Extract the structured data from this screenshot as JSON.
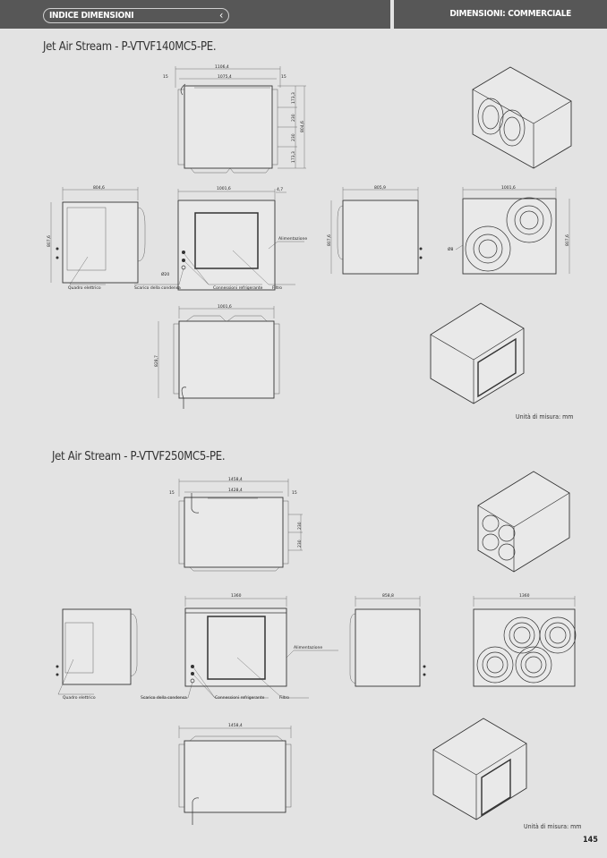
{
  "header": {
    "index_button": "INDICE DIMENSIONI",
    "back_icon": "chevron-left-icon",
    "section_title": "DIMENSIONI: COMMERCIALE"
  },
  "sections": [
    {
      "title": "Jet Air Stream - P-VTVF140MC5-PE.",
      "top_view": {
        "overall": "1106,4",
        "inner": "1075,4",
        "left_offset": "15",
        "right_offset": "15",
        "v1": "173,3",
        "v2": "230",
        "v3": "230",
        "v4": "173,3",
        "height": "804,6"
      },
      "side_left": {
        "width": "804,6",
        "height": "807,6"
      },
      "front": {
        "width": "1001,6",
        "offset": "4,7",
        "pipe": "Ø20"
      },
      "side_right": {
        "width": "805,9",
        "height": "807,6"
      },
      "back": {
        "width": "1001,6",
        "height": "807,6",
        "pipe": "Ø8"
      },
      "bottom_view": {
        "width": "1001,6",
        "height": "828,7"
      },
      "labels": {
        "panel": "Quadro elettrico",
        "drain": "Scarico della condensa",
        "refrigerant": "Connessioni refrigerante",
        "filter": "Filtro",
        "power": "Alimentazione"
      },
      "units": "Unità di misura: mm"
    },
    {
      "title": "Jet Air Stream - P-VTVF250MC5-PE.",
      "top_view": {
        "overall": "1458,4",
        "inner": "1428,4",
        "left_offset": "15",
        "right_offset": "15",
        "v1": "230",
        "v2": "230"
      },
      "front": {
        "width": "1360"
      },
      "side_right": {
        "width": "858,8"
      },
      "back": {
        "width": "1360"
      },
      "bottom_view": {
        "width": "1458,4"
      },
      "labels": {
        "panel": "Quadro elettrico",
        "drain": "Scarico della condensa",
        "refrigerant": "Connessioni refrigerante",
        "filter": "Filtro",
        "power": "Alimentazione"
      },
      "units": "Unità di misura: mm"
    }
  ],
  "page_number": "145"
}
